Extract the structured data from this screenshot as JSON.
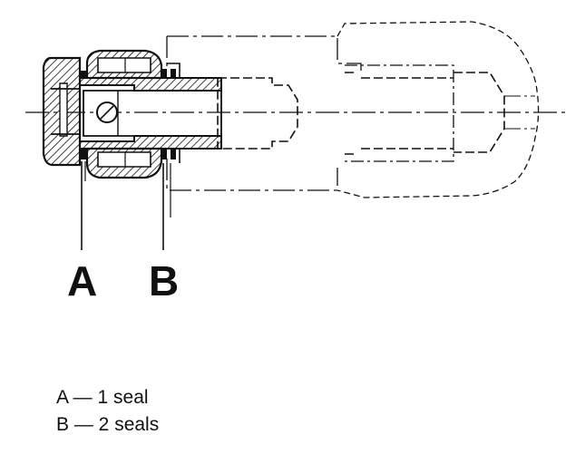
{
  "callouts": {
    "a": "A",
    "b": "B"
  },
  "legend": [
    {
      "text": "A — 1 seal"
    },
    {
      "text": "B — 2 seals"
    }
  ],
  "colors": {
    "ink": "#111111",
    "paper": "#ffffff"
  }
}
